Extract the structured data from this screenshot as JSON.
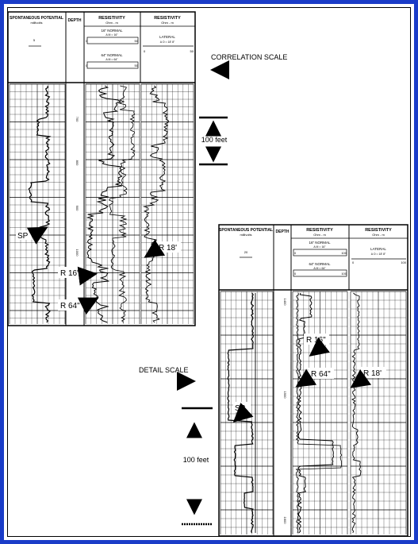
{
  "top_log": {
    "header": {
      "sp_title": "SPONTANEOUS POTENTIAL",
      "sp_units": "millivolts",
      "sp_scale": "5",
      "depth_title": "DEPTH",
      "res_title": "RESISTIVITY",
      "res_units": "Ohm - m",
      "normal16_title": "16\" NORMAL",
      "normal16_spacing": "A M = 16\"",
      "normal64_title": "64\" NORMAL",
      "normal64_spacing": "A M = 64\"",
      "scale_min": "0",
      "scale_max": "50",
      "res2_title": "RESISTIVITY",
      "res2_units": "Ohm - m",
      "lateral_title": "LATERAL",
      "lateral_spacing": "A O = 18' 8\"",
      "lateral_min": "0",
      "lateral_max": "50"
    },
    "depth_marks": [
      "700",
      "800",
      "900",
      "1000"
    ],
    "labels": {
      "sp": "SP",
      "r16": "R 16\"",
      "r64": "R 64\"",
      "r18": "R 18'"
    }
  },
  "bottom_log": {
    "header": {
      "sp_title": "SPONTANEOUS POTENTIAL",
      "sp_units": "millivolts",
      "sp_scale": "20",
      "depth_title": "DEPTH",
      "res_title": "RESISTIVITY",
      "res_units": "Ohm - m",
      "normal16_title": "16\" NORMAL",
      "normal16_spacing": "A M = 16\"",
      "normal64_title": "64\" NORMAL",
      "normal64_spacing": "A M = 64\"",
      "scale_min": "0",
      "scale_max": "100",
      "res2_title": "RESISTIVITY",
      "res2_units": "Ohm - m",
      "lateral_title": "LATERAL",
      "lateral_spacing": "A O = 18' 8\"",
      "lateral_min": "0",
      "lateral_max": "100"
    },
    "depth_marks": [
      "1400",
      "1500",
      "1600"
    ],
    "labels": {
      "sp": "SP",
      "r16": "R 16\"",
      "r64": "R 64\"",
      "r18": "R 18'"
    }
  },
  "annotations": {
    "correlation_scale": "CORRELATION SCALE",
    "detail_scale": "DETAIL SCALE",
    "hundred_feet_top": "100 feet",
    "hundred_feet_bottom": "100 feet"
  },
  "colors": {
    "frame": "#1a3cc8",
    "ink": "#000000"
  }
}
